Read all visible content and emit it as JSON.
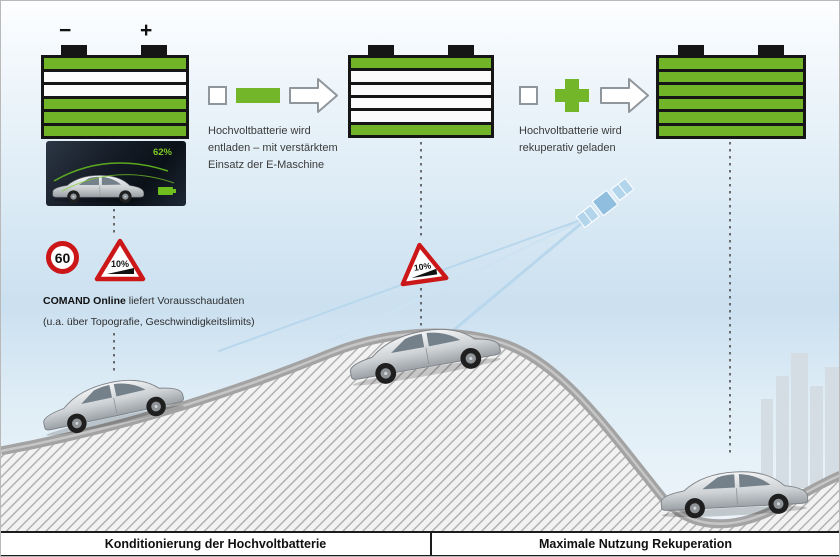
{
  "batteries": [
    {
      "name": "battery-start-partial",
      "minus_label": "−",
      "plus_label": "+",
      "stripes": [
        "green",
        "white",
        "white",
        "green",
        "green",
        "green"
      ]
    },
    {
      "name": "battery-discharged",
      "stripes": [
        "green",
        "white",
        "white",
        "white",
        "white",
        "green"
      ]
    },
    {
      "name": "battery-full",
      "stripes": [
        "green",
        "green",
        "green",
        "green",
        "green",
        "green"
      ]
    }
  ],
  "steps": [
    {
      "text": "Hochvoltbatterie wird\nentladen – mit verstärktem\nEinsatz der E-Maschine"
    },
    {
      "text": "Hochvoltbatterie wird\nrekuperativ geladen"
    }
  ],
  "signs": {
    "speed_limit": "60",
    "gradient_left": "10%",
    "gradient_mid": "10%"
  },
  "photo": {
    "charge_label": "62%"
  },
  "comand": {
    "bold": "COMAND Online",
    "rest": " liefert Vorausschaudaten",
    "line2": "(u.a. über Topografie, Geschwindigkeitslimits)"
  },
  "footer": {
    "left": "Konditionierung der Hochvoltbatterie",
    "right": "Maximale Nutzung Rekuperation"
  },
  "icons": {
    "discharge_arrow": "arrow-right",
    "charge_plus": "plus",
    "satellite": "satellite",
    "gradient_sign": "warning-triangle",
    "speed_sign": "round-speed-limit"
  },
  "colors": {
    "green": "#72b427",
    "sign_red": "#cc1719",
    "sky_blue": "#cbe0f0",
    "hill_gray": "#a3a3a3"
  }
}
